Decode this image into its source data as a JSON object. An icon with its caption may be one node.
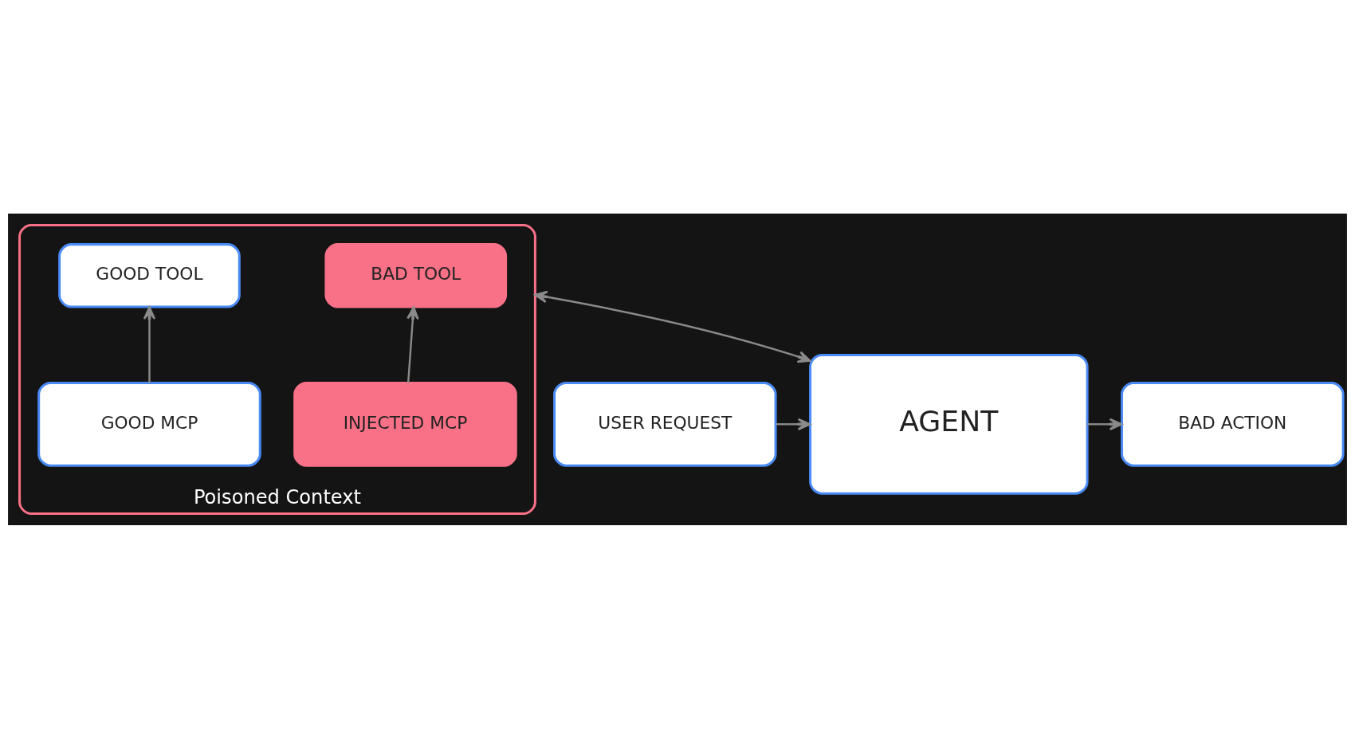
{
  "diagram": {
    "nodes": [
      {
        "text": [
          "Poisoned Context"
        ]
      },
      {
        "text": [
          "BAD TOOL"
        ],
        "in": 0
      },
      {
        "text": [
          "GOOD TOOL"
        ],
        "in": 0
      },
      {
        "text": [
          "INJECTED MCP"
        ],
        "in": 0
      },
      {
        "text": [
          "GOOD MCP"
        ],
        "in": 0
      },
      {
        "text": [
          "USER REQUEST"
        ]
      },
      {
        "text": [
          "AGENT"
        ]
      },
      {
        "text": [
          "BAD ACTION"
        ]
      }
    ],
    "edges": [
      {
        "from": 3,
        "to": 1,
        "arrow": "to"
      },
      {
        "from": 4,
        "to": 2,
        "arrow": "to"
      },
      {
        "from": 6,
        "to": 0,
        "arrow": "both"
      },
      {
        "from": 5,
        "to": 6,
        "arrow": "to"
      },
      {
        "from": 6,
        "to": 7,
        "arrow": "to"
      }
    ]
  }
}
